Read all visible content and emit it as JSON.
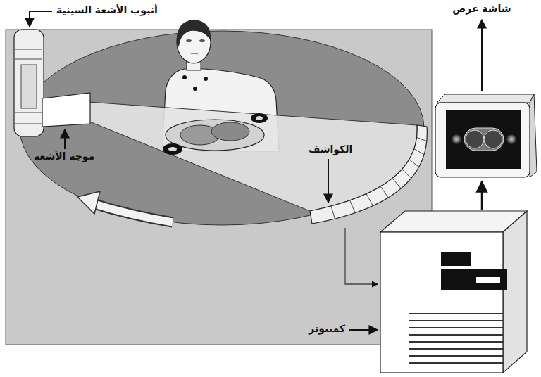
{
  "diagram": {
    "labels": [
      "أنبوب الأشعة السينية",
      "موجه الأشعة",
      "الكواشف",
      "شاشة عرض",
      "كمبيوتر"
    ]
  }
}
